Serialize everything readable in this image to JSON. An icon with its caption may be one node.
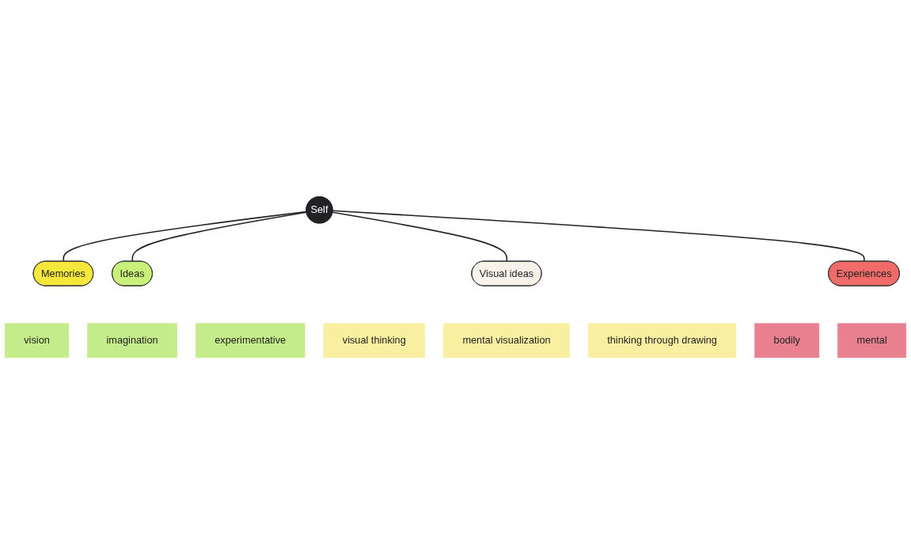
{
  "diagram": {
    "nodes": [
      {
        "text": [
          "Memories"
        ]
      },
      {
        "text": [
          "Ideas"
        ]
      },
      {
        "text": [
          "vision"
        ]
      },
      {
        "text": [
          "imagination"
        ]
      },
      {
        "text": [
          "experimentative"
        ]
      },
      {
        "text": [
          "Self"
        ]
      },
      {
        "text": [
          "Visual ideas"
        ]
      },
      {
        "text": [
          "Experiences"
        ]
      },
      {
        "text": [
          "visual thinking"
        ]
      },
      {
        "text": [
          "mental visualization"
        ]
      },
      {
        "text": [
          "thinking through drawing"
        ]
      },
      {
        "text": [
          "bodily"
        ]
      },
      {
        "text": [
          "mental"
        ]
      }
    ],
    "edges": [
      {
        "from": 5,
        "to": 0,
        "arrow": "none"
      },
      {
        "from": 5,
        "to": 1,
        "arrow": "none"
      },
      {
        "from": 5,
        "to": 6,
        "arrow": "none"
      },
      {
        "from": 5,
        "to": 7,
        "arrow": "none"
      }
    ]
  }
}
